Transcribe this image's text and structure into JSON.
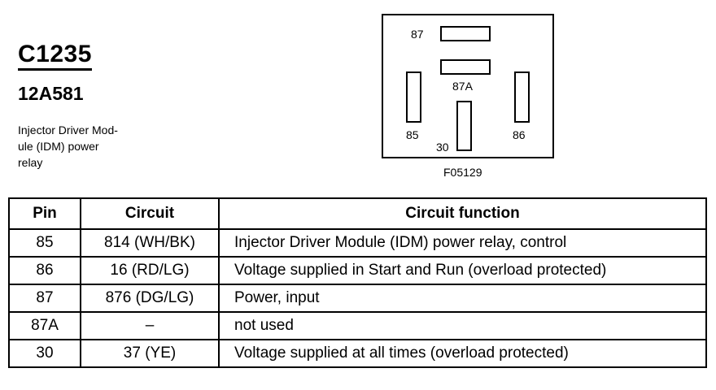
{
  "header": {
    "connector_id": "C1235",
    "part_number": "12A581",
    "description_lines": [
      "Injector Driver Mod-",
      "ule (IDM) power",
      "relay"
    ]
  },
  "diagram": {
    "pins": {
      "p87": "87",
      "p87a": "87A",
      "p85": "85",
      "p86": "86",
      "p30": "30"
    },
    "figure_code": "F05129"
  },
  "table": {
    "headers": [
      "Pin",
      "Circuit",
      "Circuit function"
    ],
    "rows": [
      {
        "pin": "85",
        "circuit": "814 (WH/BK)",
        "function": "Injector Driver Module (IDM) power relay, control"
      },
      {
        "pin": "86",
        "circuit": "16 (RD/LG)",
        "function": "Voltage supplied in Start and Run (overload protected)"
      },
      {
        "pin": "87",
        "circuit": "876 (DG/LG)",
        "function": "Power, input"
      },
      {
        "pin": "87A",
        "circuit": "–",
        "function": "not used"
      },
      {
        "pin": "30",
        "circuit": "37 (YE)",
        "function": "Voltage supplied at all times (overload protected)"
      }
    ]
  }
}
